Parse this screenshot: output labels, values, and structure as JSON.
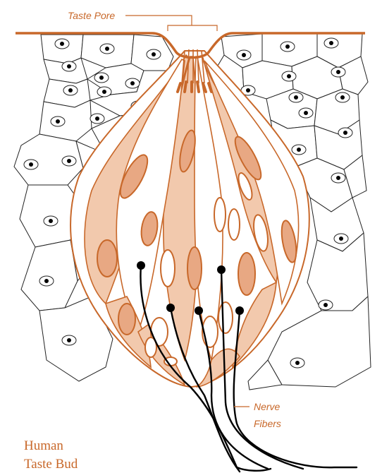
{
  "labels": {
    "taste_pore": "Taste Pore",
    "nerve_line1": "Nerve",
    "nerve_line2": "Fibers",
    "title_line1": "Human",
    "title_line2": "Taste Bud"
  },
  "colors": {
    "accent": "#c8682a",
    "cell_fill": "#f2c9ad",
    "cell_fill_dark": "#e8a883",
    "epithelium_stroke": "#222222",
    "nerve": "#000000"
  }
}
